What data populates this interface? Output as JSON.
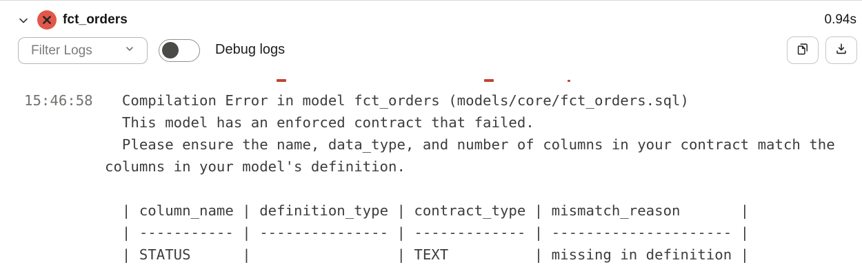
{
  "header": {
    "collapse_icon": "chevron-down-icon",
    "status_icon": "error-circle-x-icon",
    "title": "fct_orders",
    "duration": "0.94s"
  },
  "toolbar": {
    "filter_dropdown": {
      "label": "Filter Logs",
      "icon": "chevron-down-icon",
      "expanded": false
    },
    "debug_toggle": {
      "label": "Debug logs",
      "state": "off"
    },
    "copy_button": {
      "icon": "copy-icon"
    },
    "download_button": {
      "icon": "download-icon"
    }
  },
  "log": {
    "timestamp": "15:46:58",
    "message": "  Compilation Error in model fct_orders (models/core/fct_orders.sql)\n  This model has an enforced contract that failed.\n  Please ensure the name, data_type, and number of columns in your contract match the columns in your model's definition.\n\n  | column_name | definition_type | contract_type | mismatch_reason       |\n  | ----------- | --------------- | ------------- | --------------------- |\n  | STATUS      |                 | TEXT          | missing in definition |",
    "mismatch_table": {
      "columns": [
        "column_name",
        "definition_type",
        "contract_type",
        "mismatch_reason"
      ],
      "rows": [
        [
          "STATUS",
          "",
          "TEXT",
          "missing in definition"
        ]
      ]
    },
    "clipped_red_marks": {
      "color": "#bf4434",
      "positions_x": [
        401,
        702,
        823
      ]
    }
  },
  "colors": {
    "error_red": "#e2574a",
    "log_text": "#3d3d3d",
    "timestamp_gray": "#73726f",
    "border_gray": "#b5b5b5",
    "toggle_knob": "#4a4a47"
  }
}
